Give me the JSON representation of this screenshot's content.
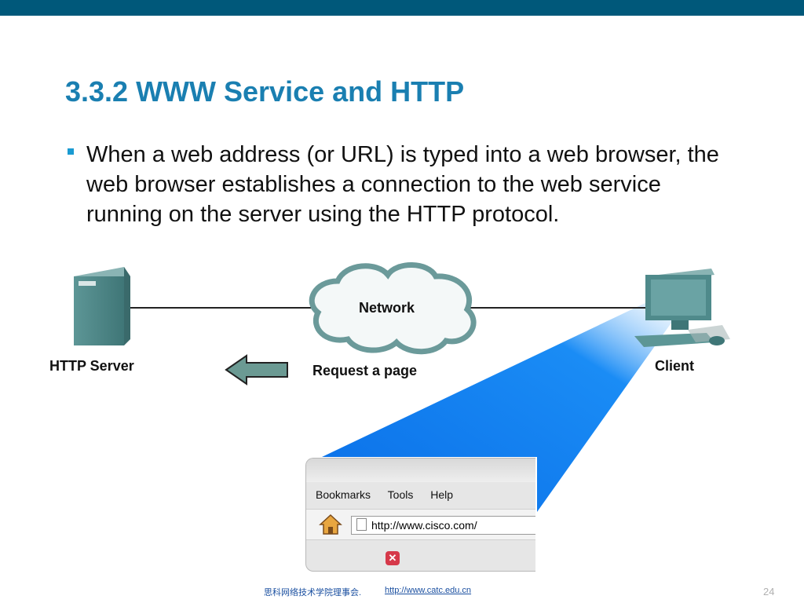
{
  "slide": {
    "title": "3.3.2 WWW Service and HTTP",
    "bullet": "When a web address (or URL) is typed into a web browser, the web browser establishes a connection to the web service running on the server using the HTTP protocol."
  },
  "diagram": {
    "server_label": "HTTP Server",
    "network_label": "Network",
    "request_label": "Request a page",
    "client_label": "Client",
    "arrow_direction": "left",
    "colors": {
      "beam": "#0a78f0",
      "device": "#4f8a8b",
      "arrow": "#5a8e86",
      "cloud_stroke": "#6b9a9a"
    }
  },
  "browser": {
    "menu": [
      "Bookmarks",
      "Tools",
      "Help"
    ],
    "url": "http://www.cisco.com/",
    "icons": [
      "home-icon",
      "page-icon",
      "stop-icon"
    ]
  },
  "footer": {
    "org": "思科网络技术学院理事会.",
    "url": "http://www.catc.edu.cn",
    "page_number": "24"
  }
}
